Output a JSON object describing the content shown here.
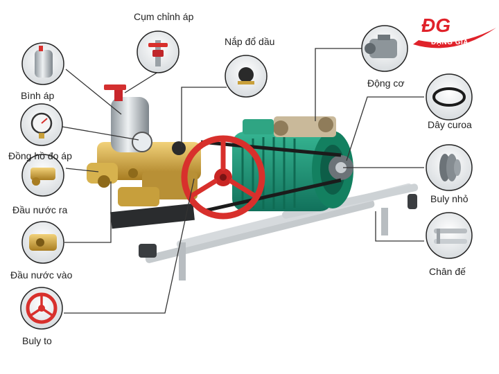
{
  "brand": {
    "logo_text": "ĐG",
    "name": "ĐẶNG GIA",
    "accent": "#e0222a"
  },
  "colors": {
    "leader": "#333333",
    "circle_border": "#222222",
    "motor": "#1f9c7e",
    "wheel": "#d8302c",
    "brass": "#c9a03a",
    "frame": "#bfc4c8"
  },
  "parts": [
    {
      "id": "cum-chinh-ap",
      "label": "Cụm chỉnh áp",
      "icon": "pressure-valve-icon"
    },
    {
      "id": "nap-do-dau",
      "label": "Nắp đổ dầu",
      "icon": "oil-cap-icon"
    },
    {
      "id": "binh-ap",
      "label": "Bình áp",
      "icon": "pressure-tank-icon"
    },
    {
      "id": "dong-ho-do-ap",
      "label": "Đồng hồ đo áp",
      "icon": "pressure-gauge-icon"
    },
    {
      "id": "dau-nuoc-ra",
      "label": "Đầu nước ra",
      "icon": "water-outlet-icon"
    },
    {
      "id": "dau-nuoc-vao",
      "label": "Đầu nước vào",
      "icon": "water-inlet-icon"
    },
    {
      "id": "buly-to",
      "label": "Buly to",
      "icon": "large-pulley-icon"
    },
    {
      "id": "dong-co",
      "label": "Động cơ",
      "icon": "motor-icon"
    },
    {
      "id": "day-curoa",
      "label": "Dây curoa",
      "icon": "belt-icon"
    },
    {
      "id": "buly-nho",
      "label": "Buly nhỏ",
      "icon": "small-pulley-icon"
    },
    {
      "id": "chan-de",
      "label": "Chân đế",
      "icon": "base-stand-icon"
    }
  ]
}
